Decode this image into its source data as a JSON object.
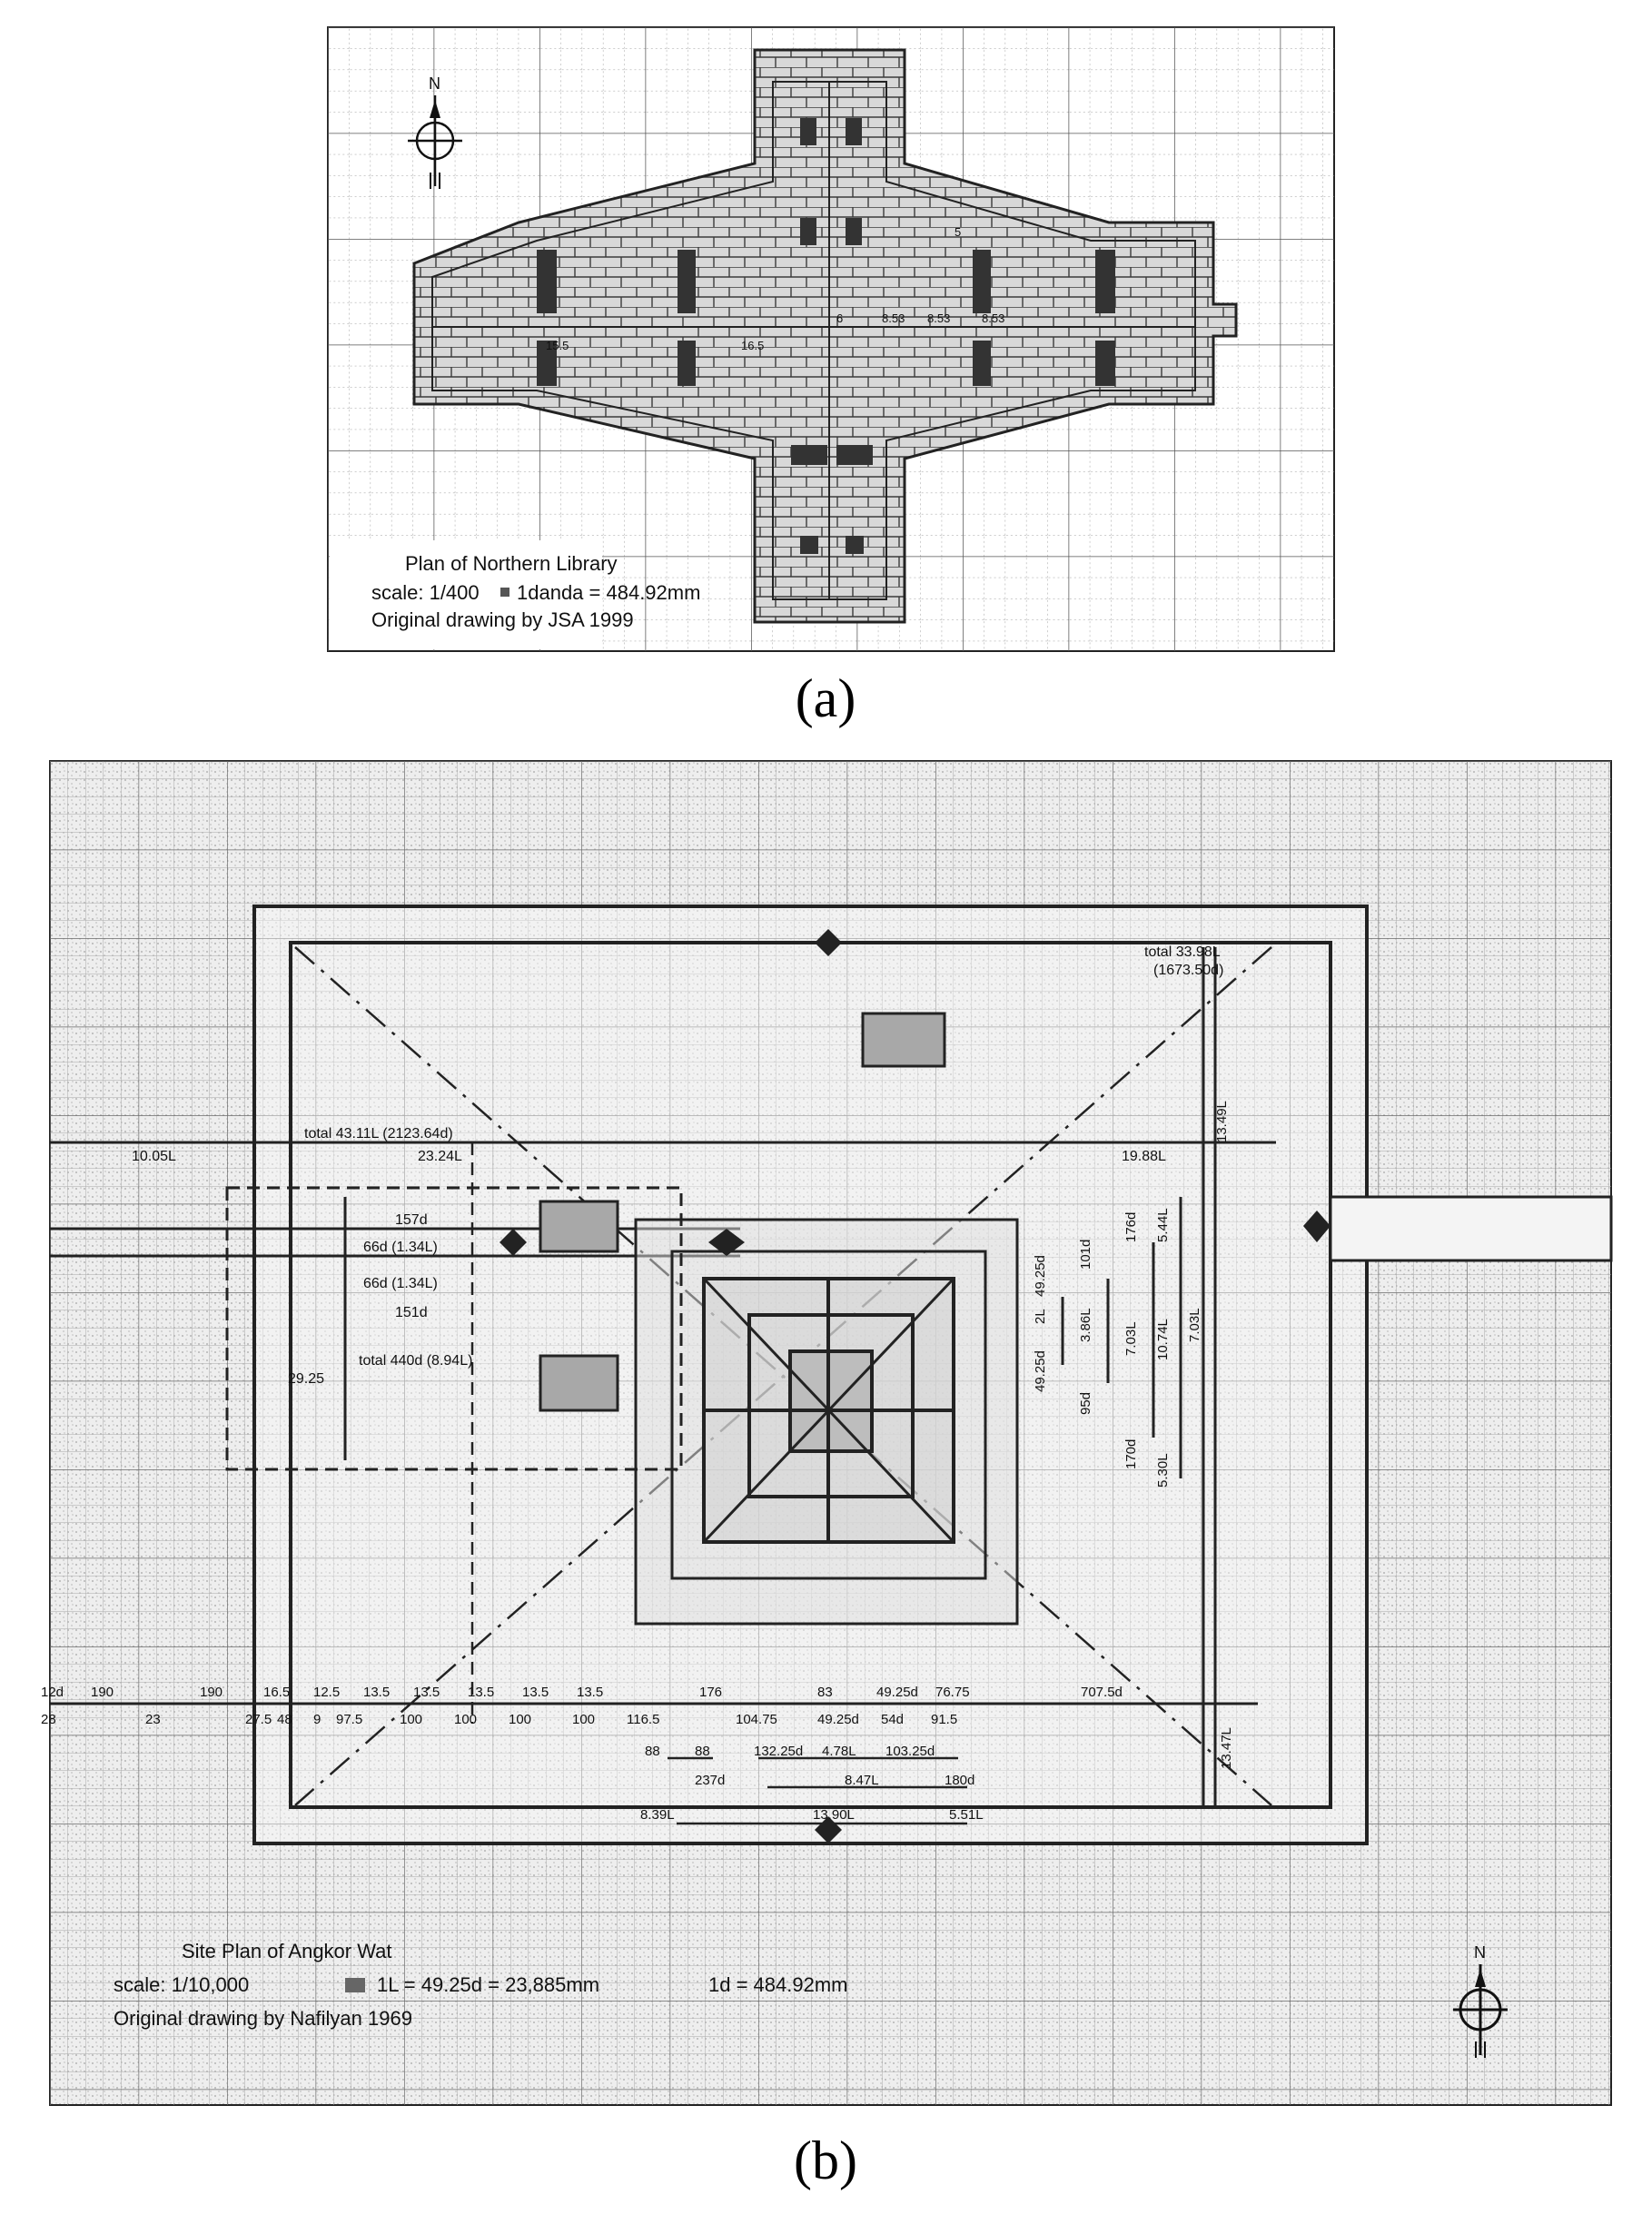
{
  "panel_a": {
    "caption": "(a)",
    "north": "N",
    "title": "Plan of Northern Library",
    "scale_text": "scale: 1/400",
    "unit_text": "1danda = 484.92mm",
    "credit": "Original drawing by JSA 1999",
    "dimension_labels": [
      "6",
      "8.53",
      "8.53",
      "8.53",
      "16.5",
      "15.5",
      "5"
    ]
  },
  "panel_b": {
    "caption": "(b)",
    "north": "N",
    "title": "Site Plan of Angkor Wat",
    "scale_text": "scale: 1/10,000",
    "unit_text": "1L = 49.25d = 23,885mm",
    "unit_text_2": "1d = 484.92mm",
    "credit": "Original drawing by Nafilyan 1969",
    "labels": {
      "total_top_right": "total 33.98L",
      "total_top_right_d": "(1673.50d)",
      "total_horizontal": "total 43.11L (2123.64d)",
      "l_10_05": "10.05L",
      "l_23_24": "23.24L",
      "l_19_88": "19.88L",
      "l_13_49": "13.49L",
      "d157": "157d",
      "d66_top": "66d (1.34L)",
      "d66_bottom": "66d (1.34L)",
      "d151": "151d",
      "total_440": "total 440d (8.94L)",
      "v_49_25d_a": "49.25d",
      "v_2L": "2L",
      "v_49_25d_b": "49.25d",
      "v_101d": "101d",
      "v_3_86L": "3.86L",
      "v_95d": "95d",
      "v_176d": "176d",
      "v_7_03L_a": "7.03L",
      "v_170d": "170d",
      "v_5_44L": "5.44L",
      "v_10_74L": "10.74L",
      "v_5_30L": "5.30L",
      "v_7_03L_b": "7.03L",
      "v_13_47L": "13.47L",
      "r_29_25": "29.25"
    },
    "upper_row": [
      "12d",
      "190",
      "190",
      "16.5",
      "12.5",
      "13.5",
      "13.5",
      "13.5",
      "13.5",
      "13.5",
      "176",
      "83",
      "49.25d",
      "76.75",
      "707.5d"
    ],
    "lower_row": [
      "28",
      "23",
      "27.5",
      "48",
      "9",
      "97.5",
      "100",
      "100",
      "100",
      "100",
      "116.5",
      "104.75",
      "49.25d",
      "54d",
      "91.5"
    ],
    "row3": [
      "88",
      "88",
      "132.25d",
      "4.78L",
      "103.25d"
    ],
    "row4": [
      "237d",
      "8.47L",
      "180d"
    ],
    "row5": [
      "8.39L",
      "13.90L",
      "5.51L"
    ]
  }
}
